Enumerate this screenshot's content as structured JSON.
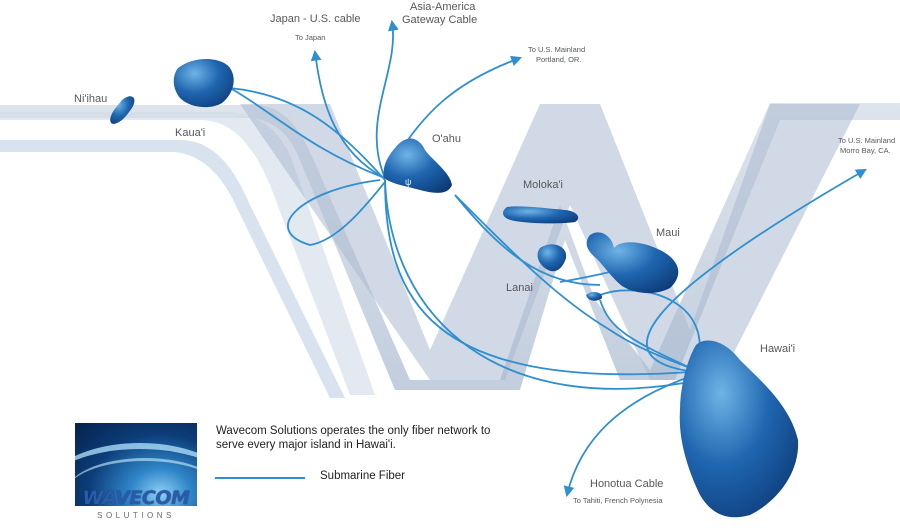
{
  "labels": {
    "niihau": "Ni'ihau",
    "kauai": "Kaua'i",
    "oahu": "O'ahu",
    "molokai": "Moloka'i",
    "lanai": "Lanai",
    "maui": "Maui",
    "hawaii": "Hawai'i"
  },
  "cables": {
    "japan_us": "Japan - U.S. cable",
    "japan_us_dest": "To Japan",
    "asia_america_line1": "Asia-America",
    "asia_america_line2": "Gateway Cable",
    "portland_line1": "To U.S. Mainland",
    "portland_line2": "Portland, OR.",
    "morro_line1": "To U.S. Mainland",
    "morro_line2": "Morro Bay,  CA.",
    "honotua": "Honotua Cable",
    "honotua_dest": "To Tahiti, French Polynesia"
  },
  "description": "Wavecom Solutions operates the only fiber network to serve every major island in Hawai'i.",
  "legend": {
    "line_label": "Submarine Fiber",
    "line_color": "#2f8fd0"
  },
  "logo": {
    "wordmark": "WAVECOM",
    "subtitle": "SOLUTIONS"
  },
  "colors": {
    "island": "#1f5fa8",
    "watermark": "#c8d2e0",
    "cable": "#2f8fd0"
  }
}
